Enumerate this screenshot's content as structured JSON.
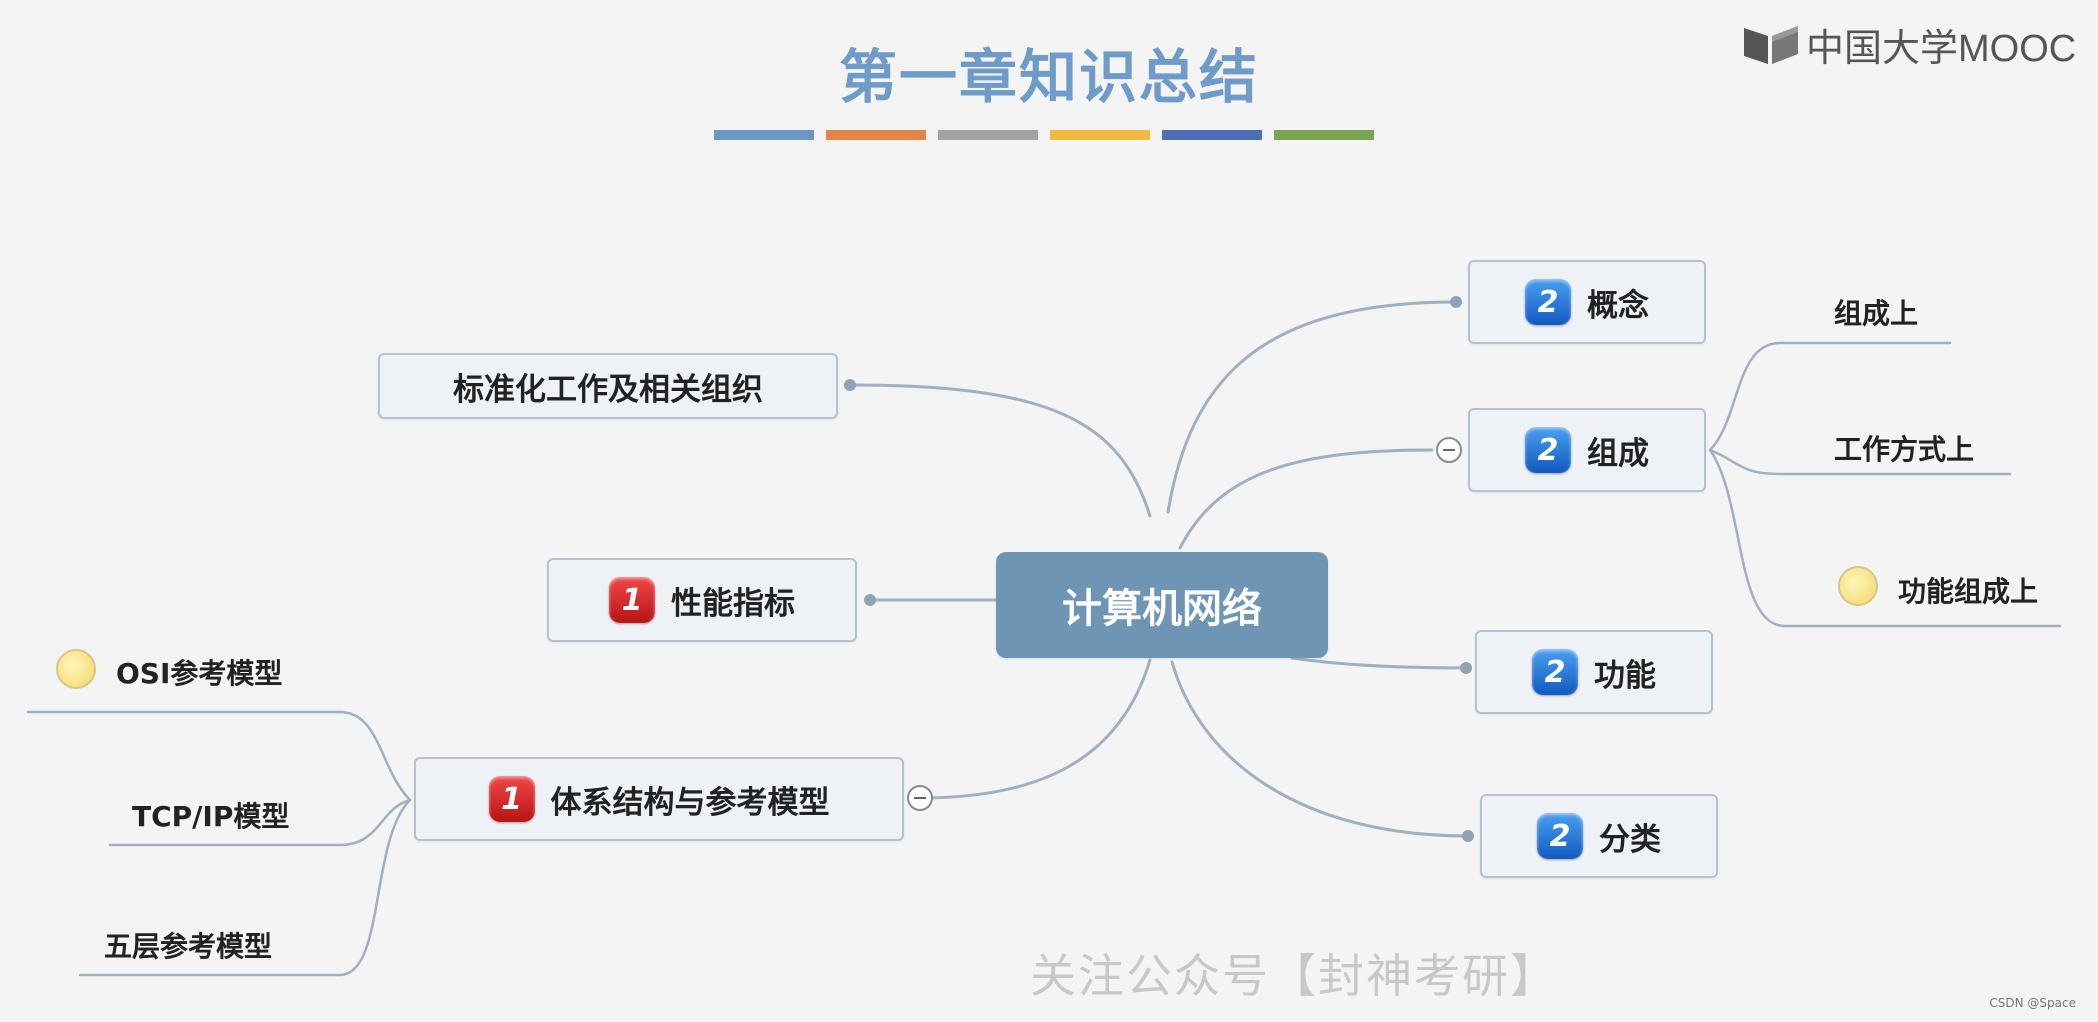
{
  "title": "第一章知识总结",
  "color_bars": [
    "#6b97c4",
    "#e08448",
    "#a3a3a3",
    "#f2b940",
    "#4d6fb5",
    "#7ba450"
  ],
  "logo": {
    "text": "中国大学MOOC",
    "icon": "mooc-book-icon"
  },
  "root": "计算机网络",
  "left_nodes": {
    "standardization": {
      "label": "标准化工作及相关组织"
    },
    "performance": {
      "label": "性能指标",
      "badge": "1"
    },
    "architecture": {
      "label": "体系结构与参考模型",
      "badge": "1"
    }
  },
  "architecture_children": [
    "OSI参考模型",
    "TCP/IP模型",
    "五层参考模型"
  ],
  "right_nodes": {
    "concept": {
      "label": "概念",
      "badge": "2"
    },
    "composition": {
      "label": "组成",
      "badge": "2"
    },
    "function": {
      "label": "功能",
      "badge": "2"
    },
    "classification": {
      "label": "分类",
      "badge": "2"
    }
  },
  "composition_children": [
    "组成上",
    "工作方式上",
    "功能组成上"
  ],
  "watermark": "关注公众号【封神考研】",
  "credit": "CSDN @Space"
}
